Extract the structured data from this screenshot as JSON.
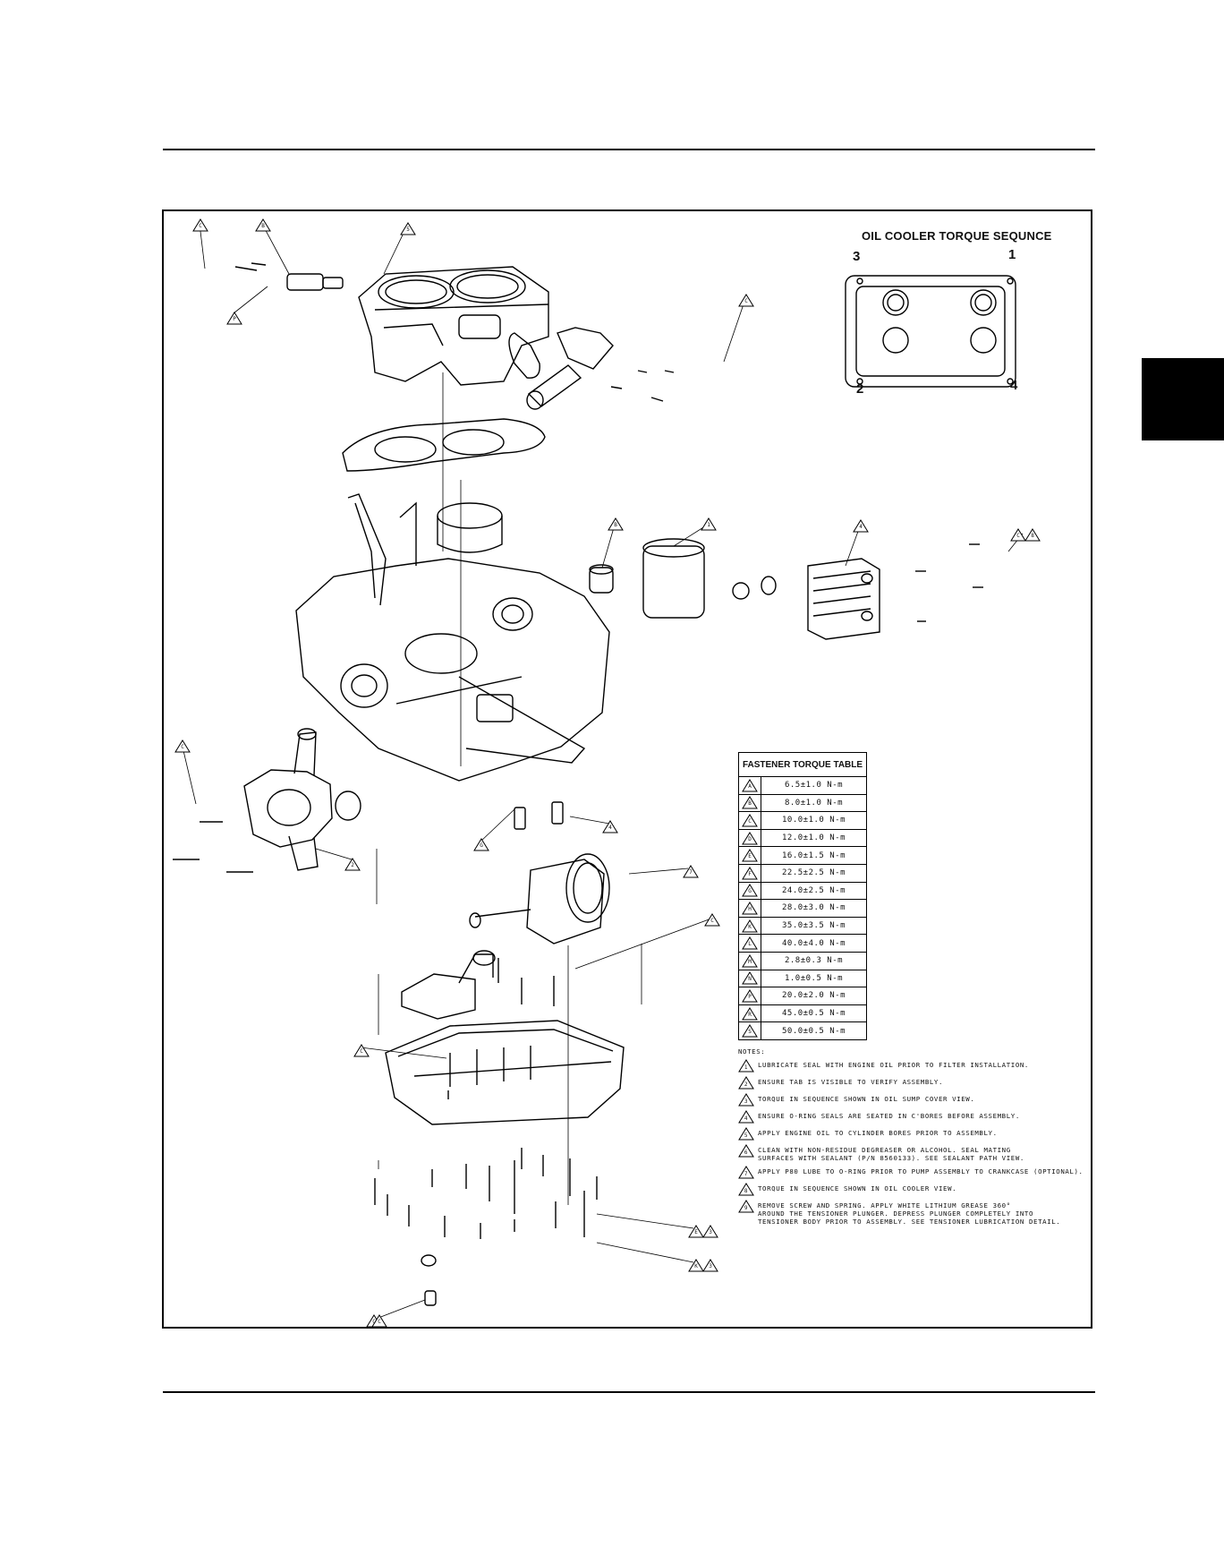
{
  "page": {
    "tab_color": "#000000"
  },
  "oil_cooler": {
    "title": "OIL COOLER TORQUE SEQUNCE",
    "numbers": [
      "1",
      "2",
      "3",
      "4"
    ]
  },
  "torque_table": {
    "title": "FASTENER TORQUE TABLE",
    "rows": [
      {
        "key": "A",
        "value": "6.5±1.0 N-m"
      },
      {
        "key": "B",
        "value": "8.0±1.0 N-m"
      },
      {
        "key": "C",
        "value": "10.0±1.0 N-m"
      },
      {
        "key": "D",
        "value": "12.0±1.0 N-m"
      },
      {
        "key": "E",
        "value": "16.0±1.5 N-m"
      },
      {
        "key": "F",
        "value": "22.5±2.5 N-m"
      },
      {
        "key": "G",
        "value": "24.0±2.5 N-m"
      },
      {
        "key": "H",
        "value": "28.0±3.0 N-m"
      },
      {
        "key": "K",
        "value": "35.0±3.5 N-m"
      },
      {
        "key": "L",
        "value": "40.0±4.0 N-m"
      },
      {
        "key": "M",
        "value": "2.8±0.3 N-m"
      },
      {
        "key": "N",
        "value": "1.0±0.5 N-m"
      },
      {
        "key": "P",
        "value": "20.0±2.0 N-m"
      },
      {
        "key": "R",
        "value": "45.0±0.5 N-m"
      },
      {
        "key": "S",
        "value": "50.0±0.5 N-m"
      }
    ]
  },
  "notes": {
    "heading": "NOTES:",
    "items": [
      {
        "num": "1",
        "text": "LUBRICATE SEAL WITH ENGINE OIL PRIOR TO FILTER INSTALLATION."
      },
      {
        "num": "2",
        "text": "ENSURE TAB IS VISIBLE TO VERIFY ASSEMBLY."
      },
      {
        "num": "3",
        "text": "TORQUE IN SEQUENCE SHOWN IN OIL SUMP COVER VIEW."
      },
      {
        "num": "4",
        "text": "ENSURE O-RING SEALS ARE SEATED IN C'BORES BEFORE ASSEMBLY."
      },
      {
        "num": "5",
        "text": "APPLY ENGINE OIL TO CYLINDER BORES PRIOR TO ASSEMBLY."
      },
      {
        "num": "6",
        "text": "CLEAN WITH NON-RESIDUE DEGREASER OR ALCOHOL. SEAL MATING\nSURFACES WITH SEALANT (P/N 8560133). SEE SEALANT PATH VIEW."
      },
      {
        "num": "7",
        "text": "APPLY P80 LUBE TO O-RING PRIOR TO PUMP ASSEMBLY TO CRANKCASE (OPTIONAL)."
      },
      {
        "num": "8",
        "text": "TORQUE IN SEQUENCE SHOWN IN OIL COOLER VIEW."
      },
      {
        "num": "9",
        "text": "REMOVE SCREW AND SPRING. APPLY WHITE LITHIUM GREASE 360°\nAROUND THE TENSIONER PLUNGER. DEPRESS PLUNGER COMPLETELY INTO\nTENSIONER BODY PRIOR TO ASSEMBLY. SEE TENSIONER LUBRICATION DETAIL."
      }
    ]
  },
  "callouts": [
    "C",
    "B",
    "5",
    "P",
    "C",
    "B",
    "1",
    "4",
    "C",
    "8",
    "C",
    "G",
    "2",
    "4",
    "7",
    "C",
    "C",
    "C",
    "E",
    "3",
    "K",
    "3",
    "C"
  ]
}
